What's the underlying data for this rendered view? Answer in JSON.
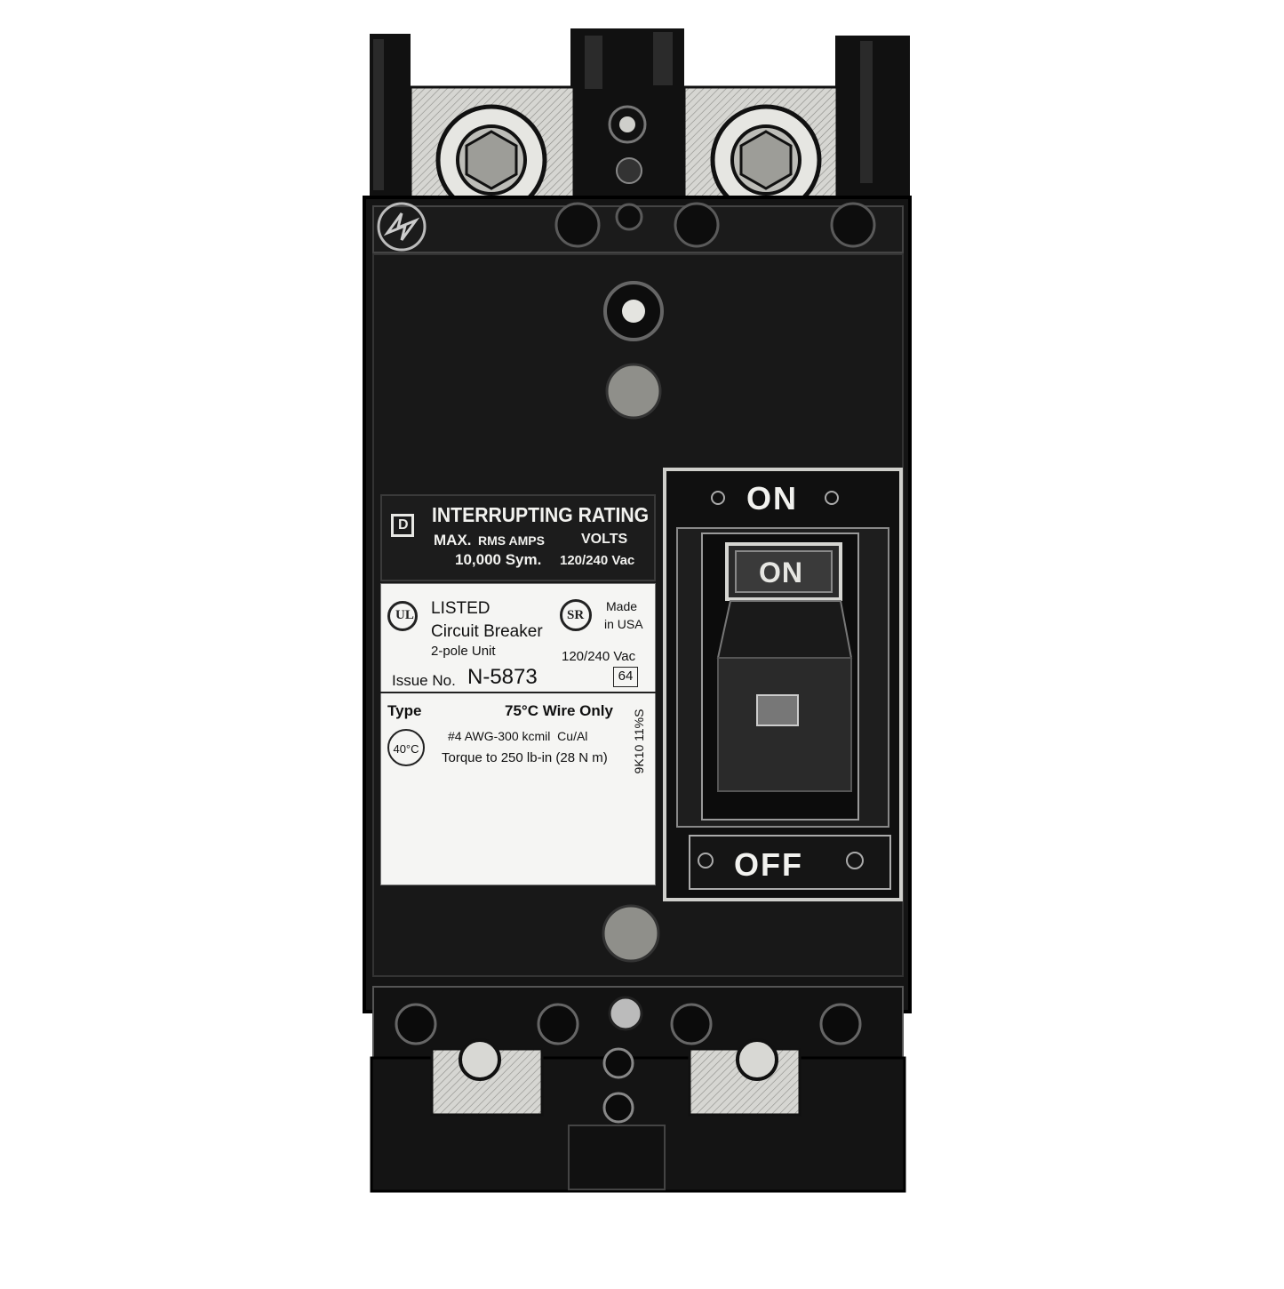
{
  "colors": {
    "body": "#141414",
    "label": "#f5f5f3",
    "metal": "#d9d9d6",
    "ink": "#111111"
  },
  "icons": [
    "manufacturer-logo-icon",
    "square-d-logo-icon",
    "ul-listed-icon",
    "csa-mark-icon",
    "temperature-40c-icon"
  ],
  "rating_plate": {
    "title": "INTERRUPTING RATING",
    "max": "MAX.",
    "rms_amps": "RMS AMPS",
    "volts": "VOLTS",
    "sym": "10,000 Sym.",
    "vac": "120/240 Vac"
  },
  "label": {
    "listed": "LISTED",
    "product": "Circuit Breaker",
    "unit": "2-pole Unit",
    "made_in": "Made",
    "made_in_2": "in USA",
    "voltage": "120/240 Vac",
    "issue_label": "Issue No.",
    "issue_no": "N-5873",
    "code": "64",
    "type": "Type",
    "wire": "75°C Wire Only",
    "temp": "40°C",
    "awg": "#4 AWG-300 kcmil  Cu/Al",
    "torque": "Torque to 250 lb-in (28 N m)",
    "side_code": "9K10 11%S"
  },
  "switch": {
    "on_top": "ON",
    "on_handle": "ON",
    "off": "OFF"
  }
}
